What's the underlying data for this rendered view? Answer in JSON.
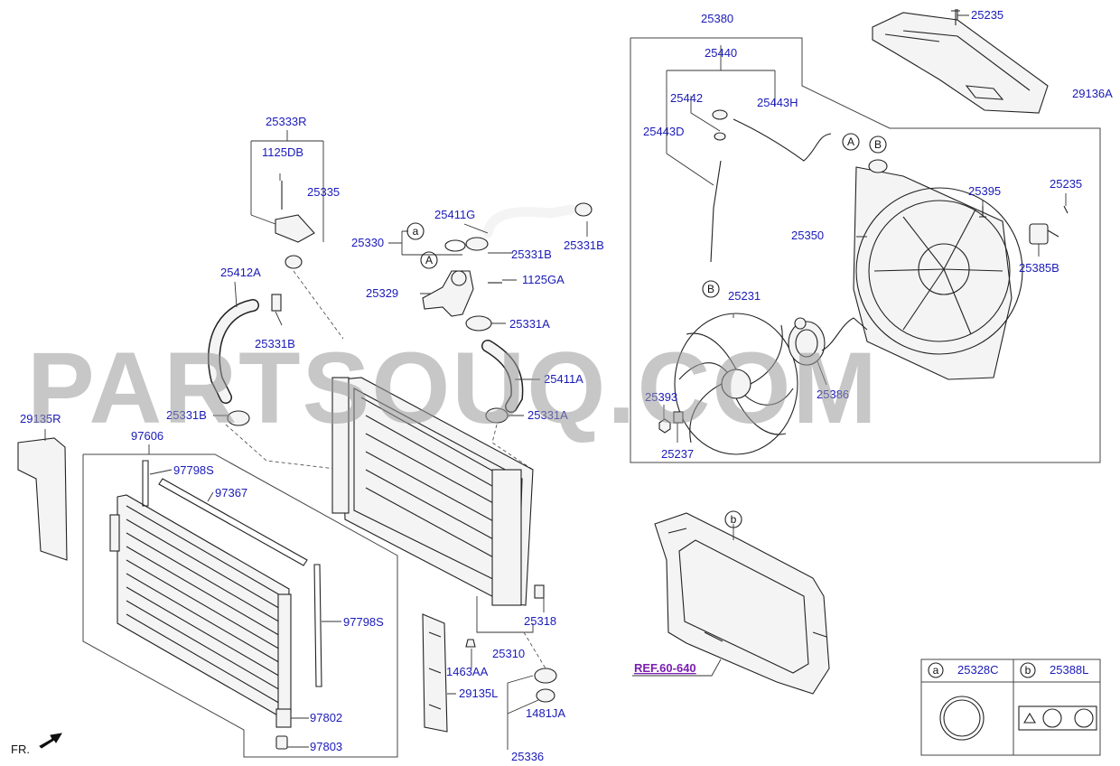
{
  "watermark": "PARTSOUQ.COM",
  "direction_label": "FR.",
  "ref_label": "REF.60-640",
  "callouts": {
    "a": "a",
    "b": "b",
    "A": "A",
    "B": "B"
  },
  "labels": {
    "p25380": "25380",
    "p25235_top": "25235",
    "p25440": "25440",
    "p29136A": "29136A",
    "p25442": "25442",
    "p25443H": "25443H",
    "p25443D": "25443D",
    "p25395": "25395",
    "p25235_right": "25235",
    "p25350": "25350",
    "p25385B": "25385B",
    "p25231": "25231",
    "p25386": "25386",
    "p25393": "25393",
    "p25237": "25237",
    "p25333R": "25333R",
    "p1125DB": "1125DB",
    "p25335": "25335",
    "p25411G": "25411G",
    "p25330": "25330",
    "p25331B_a": "25331B",
    "p25331B_b": "25331B",
    "p25329": "25329",
    "p1125GA": "1125GA",
    "p25412A": "25412A",
    "p25331B_c": "25331B",
    "p25331A_a": "25331A",
    "p25411A": "25411A",
    "p25331B_d": "25331B",
    "p25331A_b": "25331A",
    "p29135R": "29135R",
    "p97606": "97606",
    "p97798S_top": "97798S",
    "p97367": "97367",
    "p97798S_right": "97798S",
    "p97802": "97802",
    "p97803": "97803",
    "p25318": "25318",
    "p25310": "25310",
    "p1463AA": "1463AA",
    "p29135L": "29135L",
    "p1481JA": "1481JA",
    "p25336": "25336"
  },
  "legend": [
    {
      "key": "a",
      "part": "25328C"
    },
    {
      "key": "b",
      "part": "25388L"
    }
  ],
  "colors": {
    "label": "#1a1ab8",
    "line": "#222222",
    "ref": "#7a1fb0",
    "watermark": "#9a9a9a"
  }
}
